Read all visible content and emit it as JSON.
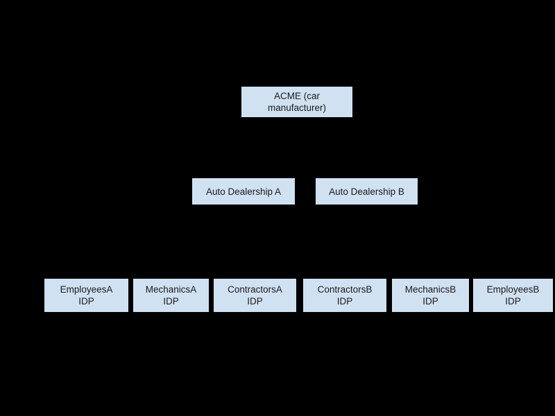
{
  "diagram": {
    "type": "hierarchy",
    "background_color": "#000000",
    "node_fill_color": "#d0e1f2",
    "node_text_color": "#1a1a1a",
    "tiers": [
      {
        "name": "manufacturer",
        "nodes": [
          {
            "id": "acme",
            "label": "ACME (car\nmanufacturer)"
          }
        ]
      },
      {
        "name": "dealerships",
        "nodes": [
          {
            "id": "dealership-a",
            "label": "Auto Dealership A"
          },
          {
            "id": "dealership-b",
            "label": "Auto Dealership B"
          }
        ]
      },
      {
        "name": "identity-providers",
        "nodes": [
          {
            "id": "employees-a",
            "label": "EmployeesA\nIDP"
          },
          {
            "id": "mechanics-a",
            "label": "MechanicsA\nIDP"
          },
          {
            "id": "contractors-a",
            "label": "ContractorsA\nIDP"
          },
          {
            "id": "contractors-b",
            "label": "ContractorsB\nIDP"
          },
          {
            "id": "mechanics-b",
            "label": "MechanicsB\nIDP"
          },
          {
            "id": "employees-b",
            "label": "EmployeesB\nIDP"
          }
        ]
      }
    ]
  }
}
